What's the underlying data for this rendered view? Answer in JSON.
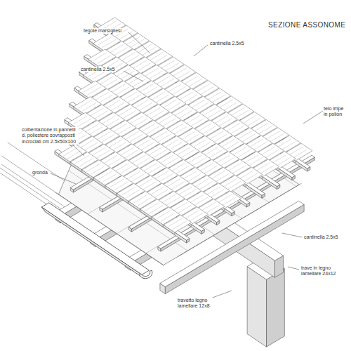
{
  "diagram": {
    "title": "SEZIONE ASSONOME",
    "labels": [
      "tegole marsigliesi",
      "cantinella 2.5x5",
      "cantinella 2.5x5",
      "telo impe in polion",
      "coibentazione in pannelli d. poliestere sovrapposti incrociati cm 2.5x50x100",
      "gronda",
      "cantinella 2.5x5",
      "trave in legno lamellare 24x12",
      "travetto legno lamellare 12x8"
    ]
  }
}
